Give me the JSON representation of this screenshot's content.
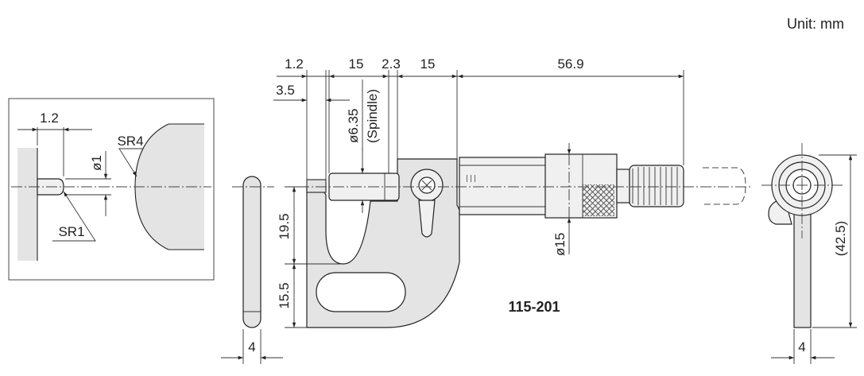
{
  "unit_label": "Unit: mm",
  "model_number": "115-201",
  "detail": {
    "dim_tip_length": "1.2",
    "dim_tip_diameter": "ø1",
    "radius_anvil_face": "SR4",
    "radius_tip": "SR1"
  },
  "top_dims": {
    "d1": "1.2",
    "d2": "15",
    "d3": "2.3",
    "d4": "15",
    "d5": "56.9",
    "d6": "3.5"
  },
  "spindle_dim": "ø6.35",
  "spindle_note": "(Spindle)",
  "thimble_dim": "ø15",
  "frame_dims": {
    "upper": "19.5",
    "lower": "15.5"
  },
  "side_dims": {
    "width_left": "4",
    "width_right": "4",
    "height_right": "(42.5)"
  }
}
